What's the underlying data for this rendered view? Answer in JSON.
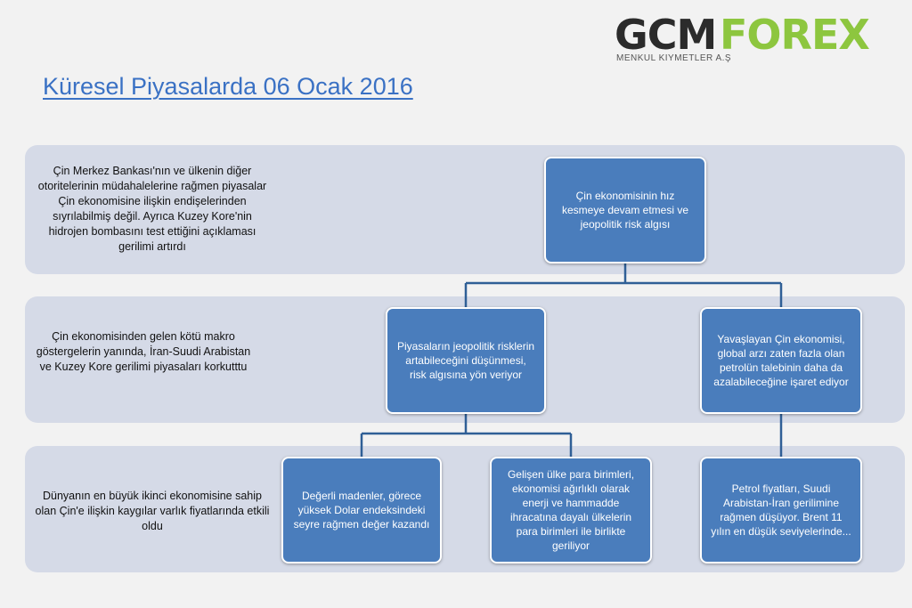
{
  "logo": {
    "brand_primary": "GCM",
    "brand_secondary": "FOREX",
    "subtitle": "MENKUL KIYMETLER A.Ş"
  },
  "title": "Küresel Piyasalarda 06 Ocak 2016",
  "rows": [
    {
      "description": "Çin Merkez Bankası'nın ve ülkenin diğer otoritelerinin müdahalelerine rağmen piyasalar Çin ekonomisine ilişkin endişelerinden sıyrılabilmiş değil. Ayrıca Kuzey Kore'nin hidrojen bombasını test ettiğini açıklaması gerilimi artırdı"
    },
    {
      "description": "Çin ekonomisinden gelen kötü makro göstergelerin yanında, İran-Suudi Arabistan ve Kuzey Kore gerilimi piyasaları korkutttu"
    },
    {
      "description": "Dünyanın en büyük ikinci ekonomisine sahip olan Çin'e ilişkin kaygılar varlık fiyatlarında etkili oldu"
    }
  ],
  "nodes": {
    "root": "Çin ekonomisinin hız kesmeye devam etmesi ve jeopolitik risk algısı",
    "geopolitical": "Piyasaların jeopolitik risklerin artabileceğini düşünmesi, risk algısına yön veriyor",
    "oil_demand": "Yavaşlayan Çin ekonomisi, global arzı zaten fazla olan petrolün talebinin daha da azalabileceğine işaret ediyor",
    "precious_metals": "Değerli madenler, görece yüksek Dolar endeksindeki seyre rağmen değer kazandı",
    "em_currencies": "Gelişen ülke para birimleri, ekonomisi ağırlıklı olarak enerji ve hammadde ihracatına dayalı ülkelerin para birimleri ile birlikte geriliyor",
    "oil_prices": "Petrol fiyatları, Suudi Arabistan-İran gerilimine rağmen düşüyor. Brent 11 yılın en düşük seviyelerinde..."
  },
  "colors": {
    "node_fill": "#4a7dbc",
    "connector": "#2f5f96",
    "band": "#d5dae7",
    "title": "#3a71c4",
    "brand_green": "#8dc63f"
  }
}
